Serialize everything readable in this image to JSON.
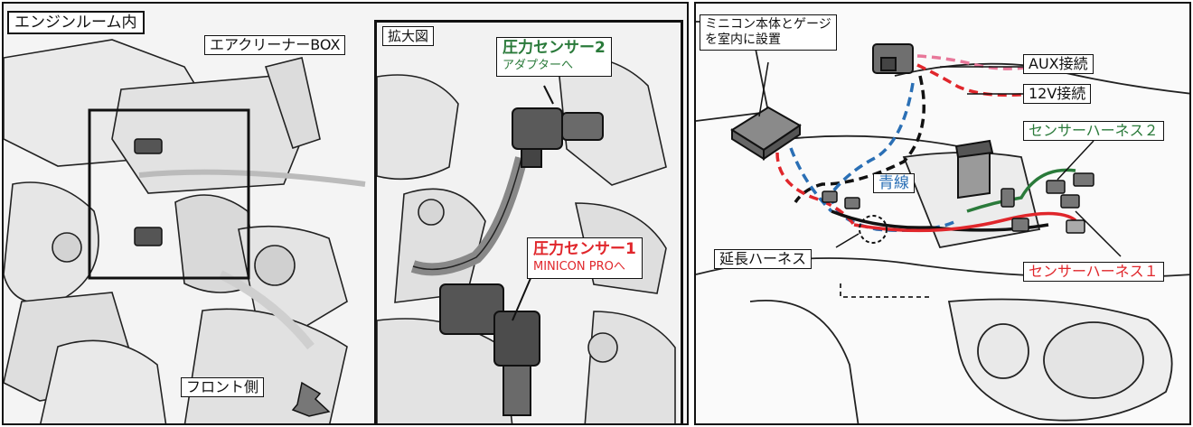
{
  "left_panel": {
    "title": "エンジンルーム内",
    "air_cleaner_label": "エアクリーナーBOX",
    "front_label": "フロント側"
  },
  "zoom_panel": {
    "title": "拡大図",
    "sensor2": {
      "name": "圧力センサー2",
      "note": "アダプターへ"
    },
    "sensor1": {
      "name": "圧力センサー1",
      "note": "MINICON PROへ"
    }
  },
  "right_panel": {
    "minicon_label_line1": "ミニコン本体とゲージ",
    "minicon_label_line2": "を室内に設置",
    "aux_label": "AUX接続",
    "v12_label": "12V接続",
    "harness2_label": "センサーハーネス２",
    "blue_wire_label": "青線",
    "extension_label": "延長ハーネス",
    "harness1_label": "センサーハーネス１"
  },
  "colors": {
    "red_wire": "#e0262b",
    "pink_wire": "#e8789a",
    "blue_wire": "#2a6fb5",
    "green_wire": "#2a7a3a",
    "black_wire": "#111111"
  }
}
